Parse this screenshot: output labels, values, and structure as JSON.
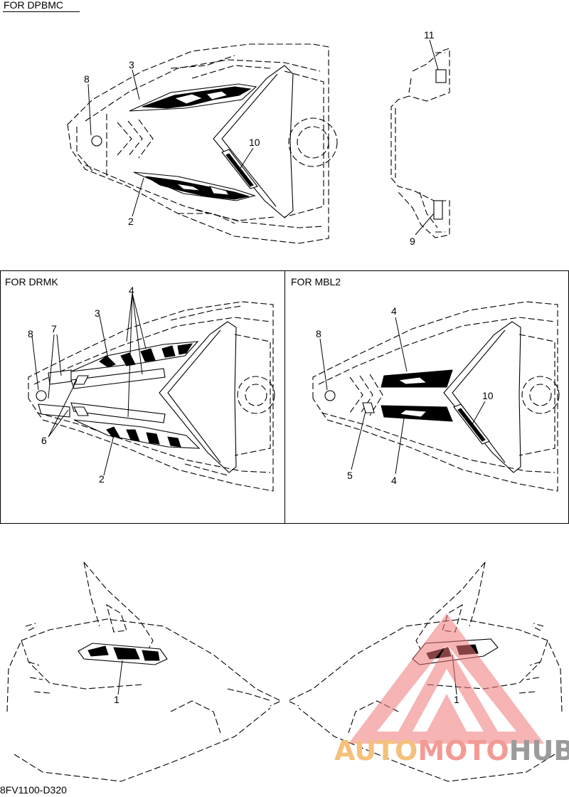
{
  "sections": {
    "top": {
      "title": "FOR DPBMC"
    },
    "left": {
      "title": "FOR DRMK"
    },
    "right": {
      "title": "FOR MBL2"
    }
  },
  "callouts": {
    "top": {
      "n2": "2",
      "n3": "3",
      "n8": "8",
      "n9": "9",
      "n10": "10",
      "n11": "11"
    },
    "left": {
      "n2": "2",
      "n3": "3",
      "n4": "4",
      "n6": "6",
      "n7": "7",
      "n8": "8"
    },
    "right": {
      "n4a": "4",
      "n4b": "4",
      "n5": "5",
      "n8": "8",
      "n10": "10"
    },
    "bottom": {
      "n1a": "1",
      "n1b": "1"
    }
  },
  "footer": {
    "code": "8FV1100-D320"
  },
  "watermark": {
    "auto": "AUTO",
    "moto": "MOTO",
    "hub": "HUB",
    "color_auto": "#f5c07a",
    "color_moto": "#f39a95",
    "color_hub": "#9b9b9b",
    "logo": "triangle-logo-icon"
  }
}
